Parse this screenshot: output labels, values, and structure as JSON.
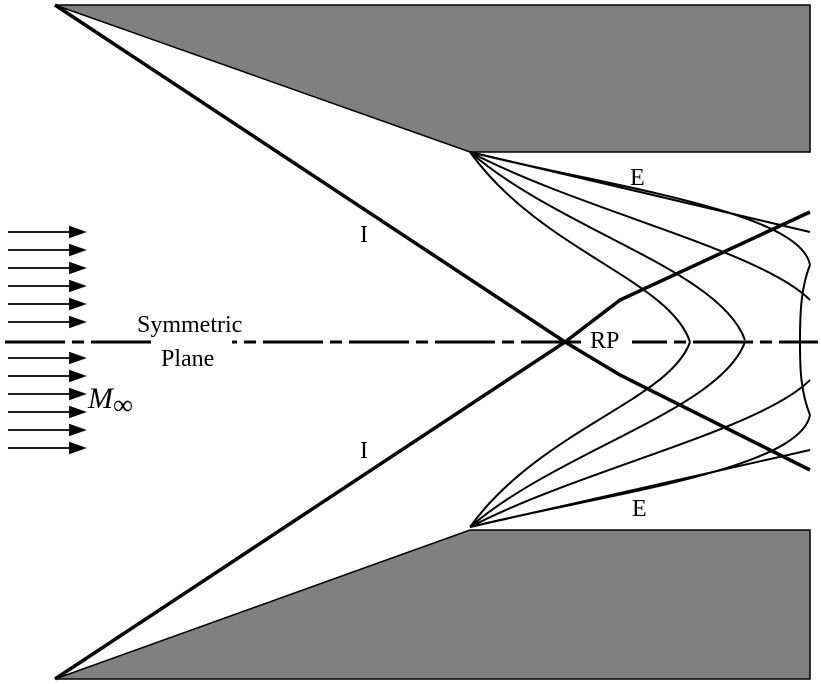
{
  "labels": {
    "incident_top": "I",
    "incident_bottom": "I",
    "expansion_top": "E",
    "expansion_bottom": "E",
    "reflection_point": "RP",
    "symmetric_line1": "Symmetric",
    "symmetric_line2": "Plane",
    "mach_symbol": "M",
    "mach_subscript": "∞"
  },
  "colors": {
    "wall_fill": "#808080",
    "line": "#000000",
    "background": "#ffffff"
  }
}
